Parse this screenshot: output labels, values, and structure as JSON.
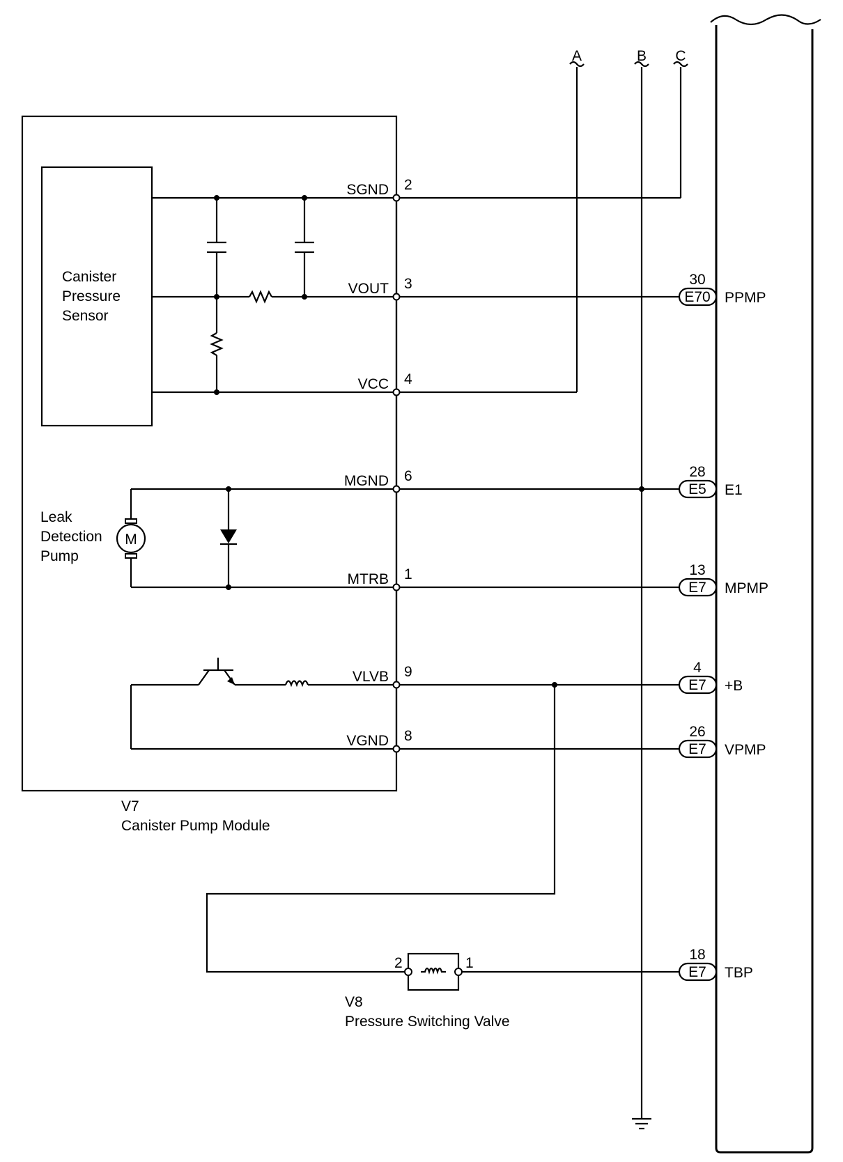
{
  "buses": [
    {
      "id": "A",
      "label": "A"
    },
    {
      "id": "B",
      "label": "B"
    },
    {
      "id": "C",
      "label": "C"
    }
  ],
  "sensor": {
    "label_lines": [
      "Canister",
      "Pressure",
      "Sensor"
    ]
  },
  "pump": {
    "label_lines": [
      "Leak",
      "Detection",
      "Pump"
    ],
    "motor_symbol": "M"
  },
  "module_v7": {
    "code": "V7",
    "name": "Canister Pump Module",
    "pins": [
      {
        "name": "SGND",
        "pin": "2"
      },
      {
        "name": "VOUT",
        "pin": "3"
      },
      {
        "name": "VCC",
        "pin": "4"
      },
      {
        "name": "MGND",
        "pin": "6"
      },
      {
        "name": "MTRB",
        "pin": "1"
      },
      {
        "name": "VLVB",
        "pin": "9"
      },
      {
        "name": "VGND",
        "pin": "8"
      }
    ]
  },
  "valve_v8": {
    "code": "V8",
    "name": "Pressure Switching Valve",
    "pins": [
      "2",
      "1"
    ]
  },
  "ecm_connections": [
    {
      "connector": "E70",
      "pin": "30",
      "signal": "PPMP"
    },
    {
      "connector": "E5",
      "pin": "28",
      "signal": "E1"
    },
    {
      "connector": "E7",
      "pin": "13",
      "signal": "MPMP"
    },
    {
      "connector": "E7",
      "pin": "4",
      "signal": "+B"
    },
    {
      "connector": "E7",
      "pin": "26",
      "signal": "VPMP"
    },
    {
      "connector": "E7",
      "pin": "18",
      "signal": "TBP"
    }
  ],
  "colors": {
    "line": "#000000",
    "background": "#ffffff"
  }
}
